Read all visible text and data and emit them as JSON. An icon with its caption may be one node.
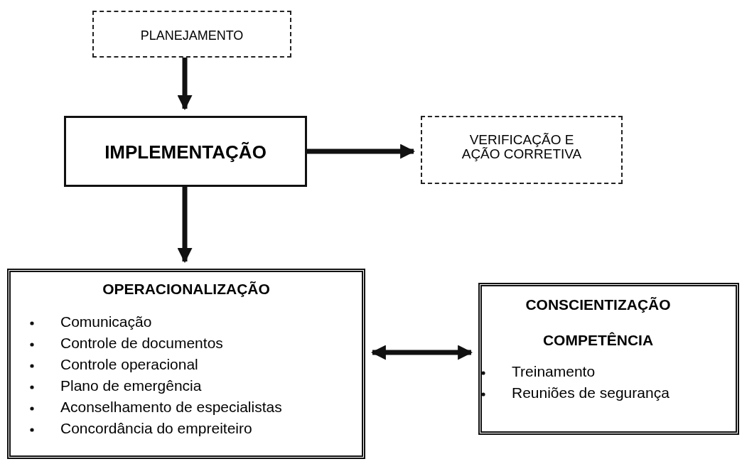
{
  "diagram": {
    "nodes": [
      {
        "text": [
          "PLANEJAMENTO"
        ]
      },
      {
        "text": [
          "IMPLEMENTAÇÃO"
        ]
      },
      {
        "text": [
          "VERIFICAÇÃO E AÇÃO CORRETIVA"
        ]
      },
      {
        "text": [
          "OPERACIONALIZAÇÃO",
          "Comunicação",
          "Controle de documentos",
          "Controle operacional",
          "Plano de emergência",
          "Aconselhamento de especialistas",
          "Concordância do empreiteiro"
        ]
      },
      {
        "text": [
          "CONSCIENTIZAÇÃO",
          "COMPETÊNCIA",
          "Treinamento",
          "Reuniões de segurança"
        ]
      }
    ],
    "edges": [
      {
        "from": 0,
        "to": 1,
        "arrow": "to"
      },
      {
        "from": 1,
        "to": 2,
        "arrow": "to"
      },
      {
        "from": 1,
        "to": 3,
        "arrow": "to"
      },
      {
        "from": 3,
        "to": 4,
        "arrow": "both"
      }
    ]
  }
}
